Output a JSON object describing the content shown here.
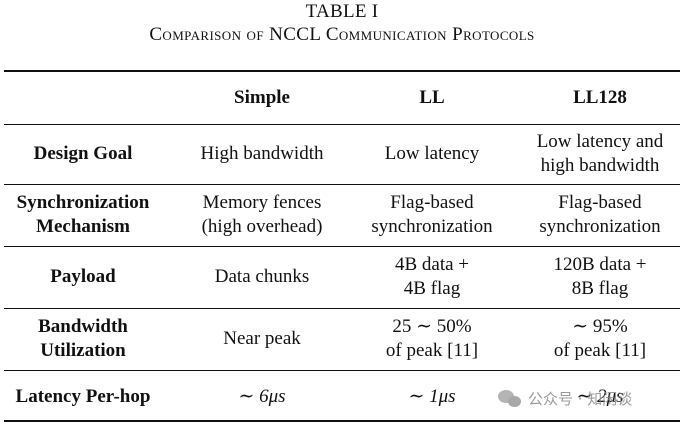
{
  "caption": {
    "label": "TABLE I",
    "title": "Comparison of NCCL Communication Protocols"
  },
  "table": {
    "headers": [
      "",
      "Simple",
      "LL",
      "LL128"
    ],
    "rows": [
      {
        "label": [
          "Design Goal"
        ],
        "simple": [
          "High bandwidth"
        ],
        "ll": [
          "Low latency"
        ],
        "ll128": [
          "Low latency and",
          "high bandwidth"
        ]
      },
      {
        "label": [
          "Synchronization",
          "Mechanism"
        ],
        "simple": [
          "Memory fences",
          "(high overhead)"
        ],
        "ll": [
          "Flag-based",
          "synchronization"
        ],
        "ll128": [
          "Flag-based",
          "synchronization"
        ]
      },
      {
        "label": [
          "Payload"
        ],
        "simple": [
          "Data chunks"
        ],
        "ll": [
          "4B data +",
          "4B flag"
        ],
        "ll128": [
          "120B data +",
          "8B flag"
        ]
      },
      {
        "label": [
          "Bandwidth",
          "Utilization"
        ],
        "simple": [
          "Near peak"
        ],
        "ll": [
          "25 ∼ 50%",
          "of peak [11]"
        ],
        "ll128": [
          "∼ 95%",
          "of peak [11]"
        ]
      },
      {
        "label": [
          "Latency Per-hop"
        ],
        "simple": [
          "∼ 6μs"
        ],
        "ll": [
          "∼ 1μs"
        ],
        "ll128": [
          "∼ 2μs"
        ]
      }
    ]
  },
  "watermark": {
    "text": "公众号 · 知闲谈",
    "icon": "wechat-icon"
  }
}
